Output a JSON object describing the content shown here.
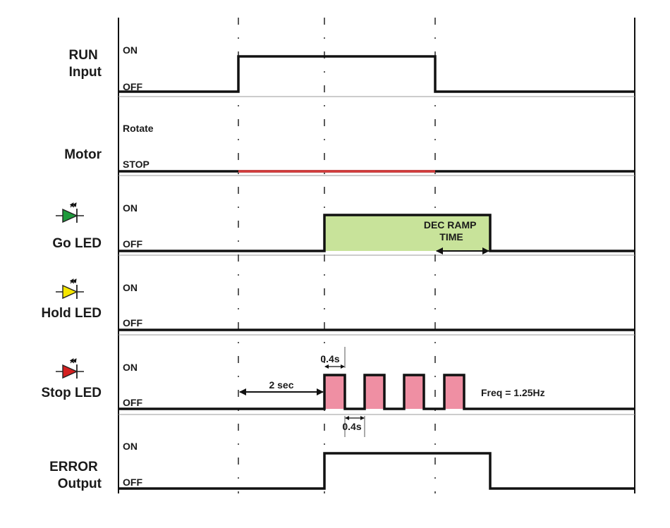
{
  "rows": [
    {
      "label_lines": [
        "RUN",
        "Input"
      ],
      "high_state": "ON",
      "low_state": "OFF"
    },
    {
      "label_lines": [
        "Motor"
      ],
      "high_state": "Rotate",
      "low_state": "STOP"
    },
    {
      "label_lines": [
        "Go LED"
      ],
      "high_state": "ON",
      "low_state": "OFF",
      "led_color": "#1e9a3c"
    },
    {
      "label_lines": [
        "Hold LED"
      ],
      "high_state": "ON",
      "low_state": "OFF",
      "led_color": "#f5e600"
    },
    {
      "label_lines": [
        "Stop LED"
      ],
      "high_state": "ON",
      "low_state": "OFF",
      "led_color": "#d42020"
    },
    {
      "label_lines": [
        "ERROR",
        "Output"
      ],
      "high_state": "ON",
      "low_state": "OFF"
    }
  ],
  "annotations": {
    "dec_ramp_line1": "DEC RAMP",
    "dec_ramp_line2": "TIME",
    "delay": "2 sec",
    "on_width": "0.4s",
    "off_width": "0.4s",
    "frequency": "Freq = 1.25Hz"
  },
  "colors": {
    "go_fill": "#c8e39a",
    "stop_fill": "#ef8fa3",
    "motor_stop_line": "#d43a3a"
  }
}
